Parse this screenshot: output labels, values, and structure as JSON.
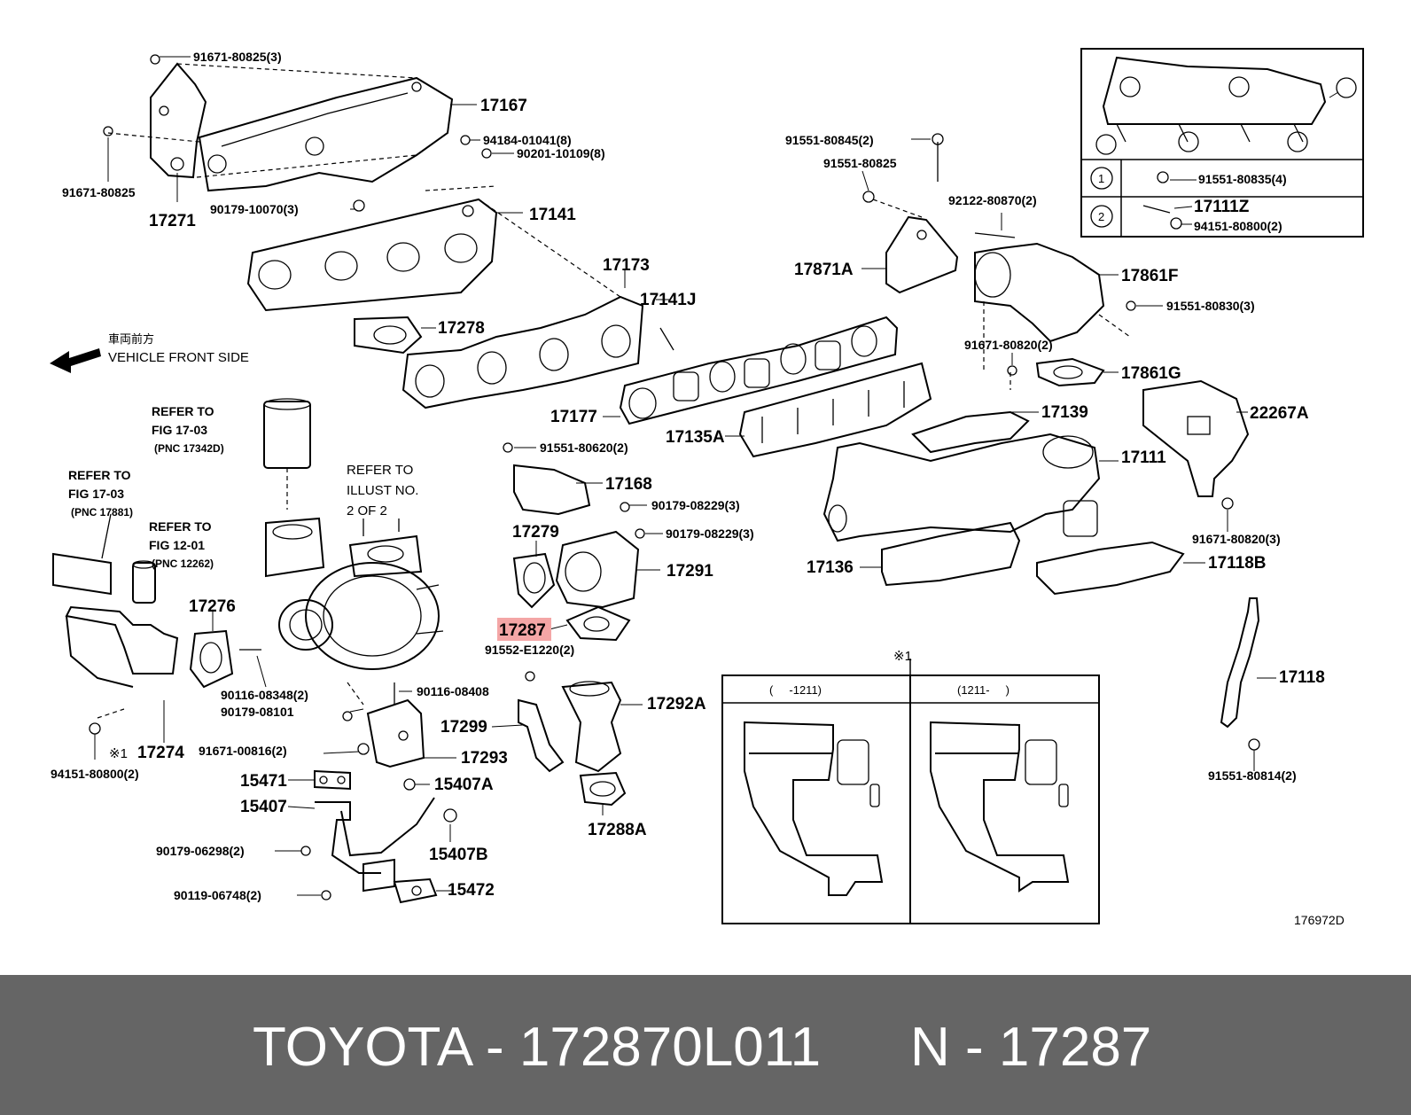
{
  "labels": {
    "p91671_80825_3": "91671-80825(3)",
    "p17167": "17167",
    "p94184": "94184-01041(8)",
    "p90201": "90201-10109(8)",
    "p91671_80825": "91671-80825",
    "p17271": "17271",
    "p90179_10070": "90179-10070(3)",
    "p17141": "17141",
    "p17173": "17173",
    "p17141J": "17141J",
    "p17278": "17278",
    "front_jp": "車両前方",
    "front_en": "VEHICLE FRONT SIDE",
    "refer1_a": "REFER TO",
    "refer1_b": "FIG 17-03",
    "refer1_c": "(PNC 17342D)",
    "refer2_a": "REFER TO",
    "refer2_b": "FIG 17-03",
    "refer2_c": "(PNC 17881)",
    "refer3_a": "REFER TO",
    "refer3_b": "FIG 12-01",
    "refer3_c": "(PNC 12262)",
    "refer4_a": "REFER TO",
    "refer4_b": "ILLUST NO.",
    "refer4_c": "2 OF 2",
    "p17177": "17177",
    "p17135A": "17135A",
    "p91551_80620": "91551-80620(2)",
    "p17168": "17168",
    "p90179_08229_a": "90179-08229(3)",
    "p17279": "17279",
    "p90179_08229_b": "90179-08229(3)",
    "p17291": "17291",
    "p17276": "17276",
    "p17287": "17287",
    "p91552": "91552-E1220(2)",
    "p90116_08348": "90116-08348(2)",
    "p90116_08408": "90116-08408",
    "p90179_08101": "90179-08101",
    "p17292A": "17292A",
    "p17299": "17299",
    "p91671_00816": "91671-00816(2)",
    "p17293": "17293",
    "p17274": "17274",
    "note1": "※1",
    "p94151_80800": "94151-80800(2)",
    "p15471": "15471",
    "p15407A": "15407A",
    "p15407": "15407",
    "p15407B": "15407B",
    "p90179_06298": "90179-06298(2)",
    "p90119_06748": "90119-06748(2)",
    "p15472": "15472",
    "p17288A": "17288A",
    "p91551_80845": "91551-80845(2)",
    "p91551_80825": "91551-80825",
    "p92122": "92122-80870(2)",
    "p17871A": "17871A",
    "p17861F": "17861F",
    "p91551_80830": "91551-80830(3)",
    "p91671_80820_2": "91671-80820(2)",
    "p17861G": "17861G",
    "p17139": "17139",
    "p22267A": "22267A",
    "p17111": "17111",
    "p91671_80820_3": "91671-80820(3)",
    "p17136": "17136",
    "p17118B": "17118B",
    "p17118": "17118",
    "p91551_80814": "91551-80814(2)",
    "inset_note": "※1",
    "inset_left": "(     -1211)",
    "inset_right": "(1211-     )",
    "legend_1": "1",
    "legend_2": "2",
    "legend_1_part": "91551-80835(4)",
    "legend_2_part_a": "17111Z",
    "legend_2_part_b": "94151-80800(2)",
    "diagram_id": "176972D"
  },
  "highlight": {
    "part": "17287",
    "color": "#f4a6a6"
  },
  "footer": {
    "brand_part": "TOYOTA - 172870L011",
    "pnc": "N - 17287",
    "background": "#656565"
  }
}
